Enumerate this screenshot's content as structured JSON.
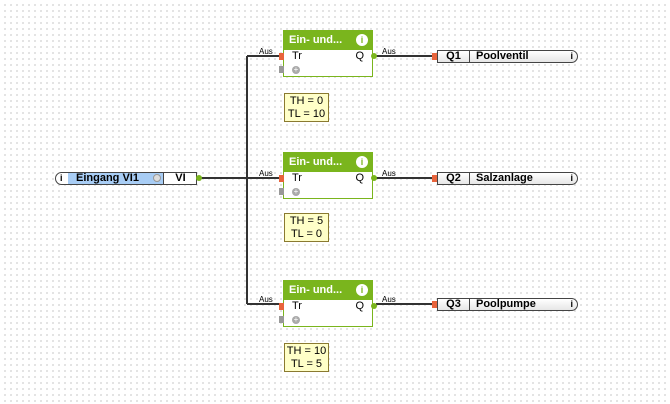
{
  "input": {
    "info": "i",
    "name": "Eingang VI1",
    "port": "VI"
  },
  "wire_label": "Aus",
  "blocks": [
    {
      "title": "Ein- und...",
      "info": "i",
      "in": "Tr",
      "out": "Q",
      "plus": "+",
      "note": [
        "TH = 0",
        "TL = 10"
      ],
      "output": {
        "num": "Q1",
        "name": "Poolventil",
        "info": "i"
      }
    },
    {
      "title": "Ein- und...",
      "info": "i",
      "in": "Tr",
      "out": "Q",
      "plus": "+",
      "note": [
        "TH = 5",
        "TL = 0"
      ],
      "output": {
        "num": "Q2",
        "name": "Salzanlage",
        "info": "i"
      }
    },
    {
      "title": "Ein- und...",
      "info": "i",
      "in": "Tr",
      "out": "Q",
      "plus": "+",
      "note": [
        "TH = 10",
        "TL = 5"
      ],
      "output": {
        "num": "Q3",
        "name": "Poolpumpe",
        "info": "i"
      }
    }
  ],
  "colors": {
    "block": "#7ab51d",
    "pin_in": "#e8643c",
    "input_name": "#a8cdf5",
    "note": "#ffffc8"
  }
}
